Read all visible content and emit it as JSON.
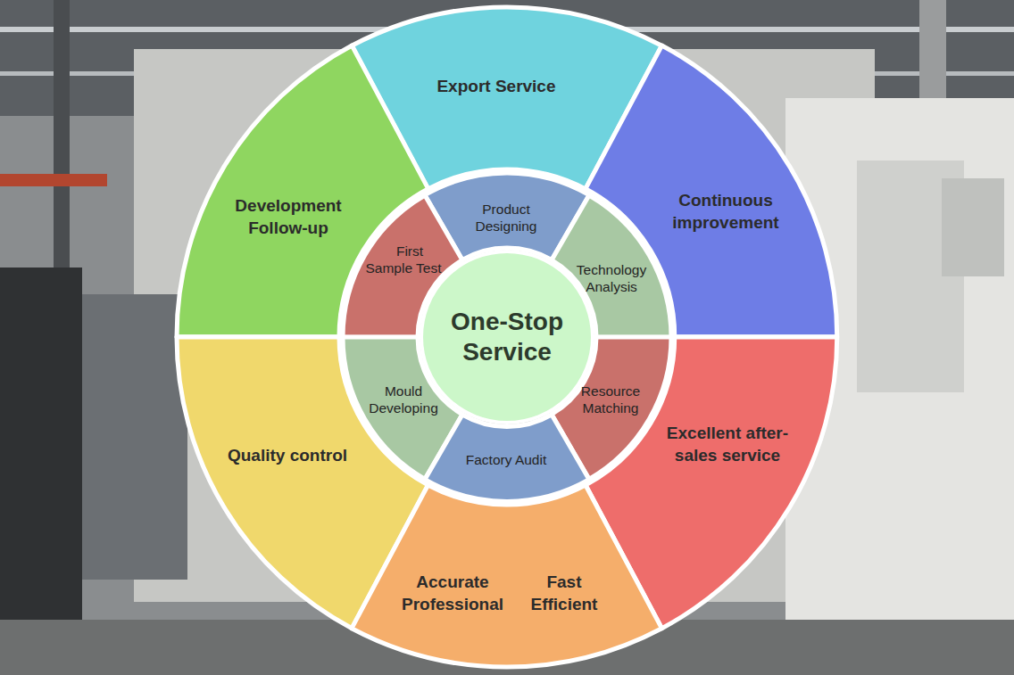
{
  "diagram": {
    "nodes": [
      {
        "text": [
          "Export Service"
        ]
      },
      {
        "text": [
          "Development Follow-up"
        ]
      },
      {
        "text": [
          "Continuous improvement"
        ]
      },
      {
        "text": [
          "Product Designing"
        ]
      },
      {
        "text": [
          "First Sample Test"
        ]
      },
      {
        "text": [
          "Technology Analysis"
        ]
      },
      {
        "text": [
          "One-Stop Service"
        ]
      },
      {
        "text": [
          "Mould Developing"
        ]
      },
      {
        "text": [
          "Resource Matching"
        ]
      },
      {
        "text": [
          "Factory Audit"
        ]
      },
      {
        "text": [
          "Quality control"
        ]
      },
      {
        "text": [
          "Excellent after-sales service"
        ]
      },
      {
        "text": [
          "Accurate Professional",
          "Fast Efficient"
        ]
      }
    ]
  }
}
